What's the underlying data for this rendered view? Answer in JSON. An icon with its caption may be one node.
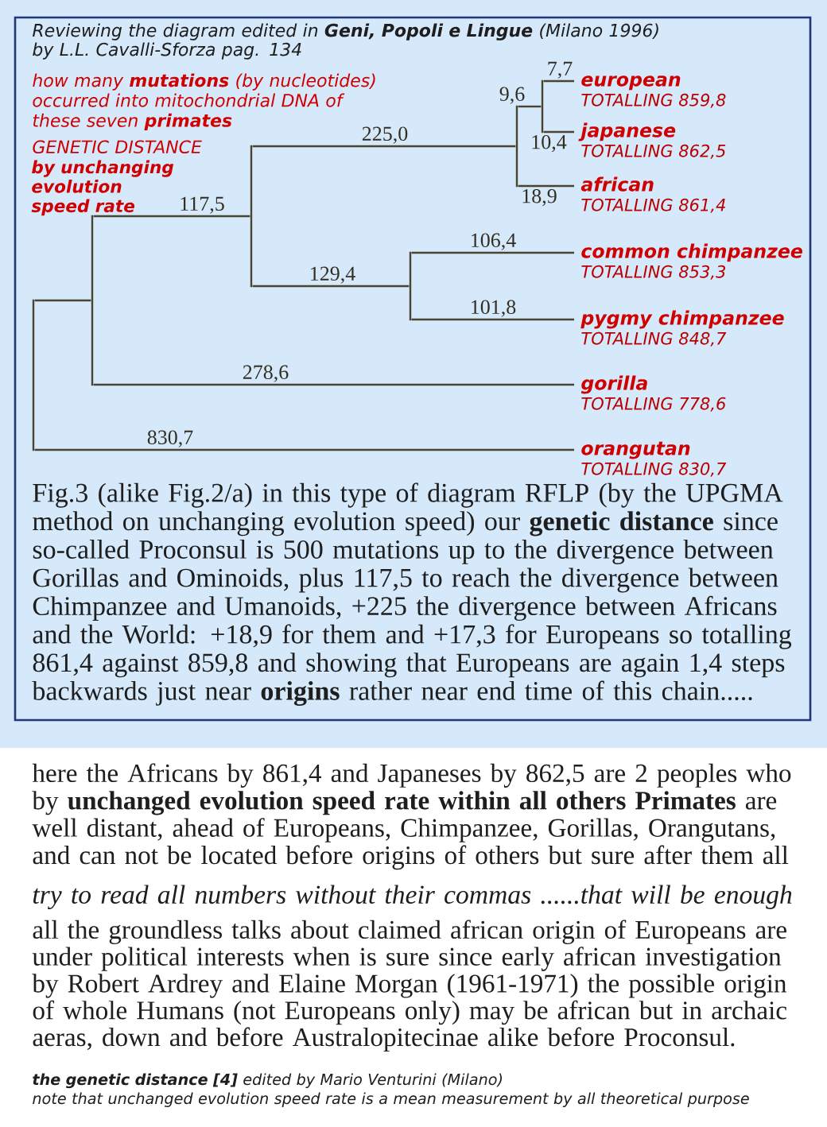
{
  "diagram": {
    "title": "Reviewing the diagram edited in **Geni, Popoli e Lingue** (Milano 1996) by L.L. Cavalli-Sforza pag. 134",
    "caption": "Fig.3 (alike Fig.2/a) in this type of diagram RFLP (by the UPGMA method on unchanging evolution speed) our **genetic distance** since so-called Proconsul is 500 mutations up to the divergence between Gorillas and Ominoids, plus 117,5 to reach the divergence between Chimpanzee and Umanoids, +225 the divergence between Africans and the World: +18,9 for them and +17,3 for Europeans so totalling 861,4 against 859,8 and showing that Europeans are again 1,4 steps backwards just near **origins** rather near end time of this chain.....",
    "nodes": [
      {
        "text": [
          "european",
          "TOTALLING 859,8"
        ]
      },
      {
        "text": [
          "japanese",
          "TOTALLING 862,5"
        ]
      },
      {
        "text": [
          "african",
          "TOTALLING 861,4"
        ]
      },
      {
        "text": [
          "common chimpanzee",
          "TOTALLING 853,3"
        ]
      },
      {
        "text": [
          "pygmy chimpanzee",
          "TOTALLING 848,7"
        ]
      },
      {
        "text": [
          "gorilla",
          "TOTALLING 778,6"
        ]
      },
      {
        "text": [
          "orangutan",
          "TOTALLING 830,7"
        ]
      },
      {
        "text": [],
        "shape": "bar"
      },
      {
        "text": [],
        "shape": "bar"
      },
      {
        "text": [],
        "shape": "bar"
      },
      {
        "text": [],
        "shape": "bar"
      },
      {
        "text": [],
        "shape": "bar"
      },
      {
        "text": [],
        "shape": "bar"
      }
    ],
    "edges": [
      {
        "from": 7,
        "to": 8,
        "arrow": "none"
      },
      {
        "from": 7,
        "to": 6,
        "arrow": "none",
        "label": "830,7"
      },
      {
        "from": 8,
        "to": 9,
        "arrow": "none",
        "label": "117,5"
      },
      {
        "from": 8,
        "to": 5,
        "arrow": "none",
        "label": "278,6"
      },
      {
        "from": 9,
        "to": 11,
        "arrow": "none",
        "label": "225,0"
      },
      {
        "from": 9,
        "to": 10,
        "arrow": "none",
        "label": "129,4"
      },
      {
        "from": 11,
        "to": 12,
        "arrow": "none",
        "label": "9,6"
      },
      {
        "from": 11,
        "to": 2,
        "arrow": "none",
        "label": "18,9"
      },
      {
        "from": 12,
        "to": 0,
        "arrow": "none",
        "label": "7,7"
      },
      {
        "from": 12,
        "to": 1,
        "arrow": "none",
        "label": "10,4"
      },
      {
        "from": 10,
        "to": 3,
        "arrow": "none",
        "label": "106,4"
      },
      {
        "from": 10,
        "to": 4,
        "arrow": "none",
        "label": "101,8"
      }
    ],
    "labels": [
      "how many **mutations** (by nucleotides) occurred into mitochondrial DNA of these seven **primates**",
      "GENETIC DISTANCE",
      "by unchanging evolution speed rate",
      "here the Africans by 861,4 and Japaneses by 862,5 are 2 peoples who by **unchanged evolution speed rate within all others Primates** are well distant, ahead of Europeans, Chimpanzee, Gorillas, Orangutans, and can not be located before origins of others but sure after them all",
      "try to read all numbers without their commas ......that will be enough",
      "all the groundless talks about claimed african origin of Europeans are under political interests when is sure since early african investigation by Robert Ardrey and Elaine Morgan (1961-1971) the possible origin of whole Humans (not Europeans only) may be african but in archaic aeras, down and before Australopitecinae alike before Proconsul.",
      "**the genetic distance [4]** edited by Mario Venturini (Milano)",
      "note that unchanged evolution speed rate is a mean measurement by all theoretical purpose"
    ]
  }
}
